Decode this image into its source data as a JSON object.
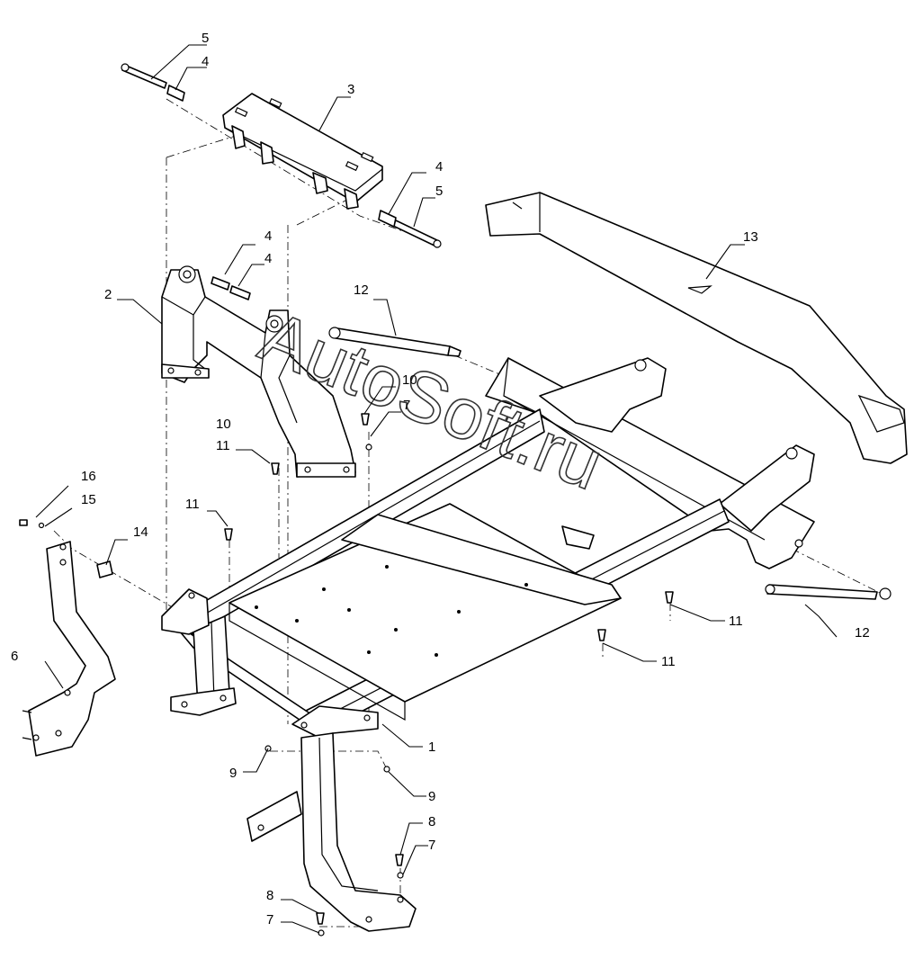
{
  "watermark": "AutoSoft.ru",
  "callouts": [
    {
      "id": "c5a",
      "label": "5"
    },
    {
      "id": "c4a",
      "label": "4"
    },
    {
      "id": "c3",
      "label": "3"
    },
    {
      "id": "c4b",
      "label": "4"
    },
    {
      "id": "c5b",
      "label": "5"
    },
    {
      "id": "c13",
      "label": "13"
    },
    {
      "id": "c4c",
      "label": "4"
    },
    {
      "id": "c4d",
      "label": "4"
    },
    {
      "id": "c2",
      "label": "2"
    },
    {
      "id": "c12a",
      "label": "12"
    },
    {
      "id": "c10a",
      "label": "10"
    },
    {
      "id": "c7a",
      "label": "7"
    },
    {
      "id": "c10b",
      "label": "10"
    },
    {
      "id": "c11a",
      "label": "11"
    },
    {
      "id": "c16",
      "label": "16"
    },
    {
      "id": "c15",
      "label": "15"
    },
    {
      "id": "c11b",
      "label": "11"
    },
    {
      "id": "c14",
      "label": "14"
    },
    {
      "id": "c6",
      "label": "6"
    },
    {
      "id": "c11c",
      "label": "11"
    },
    {
      "id": "c12b",
      "label": "12"
    },
    {
      "id": "c11d",
      "label": "11"
    },
    {
      "id": "c1",
      "label": "1"
    },
    {
      "id": "c9a",
      "label": "9"
    },
    {
      "id": "c9b",
      "label": "9"
    },
    {
      "id": "c8a",
      "label": "8"
    },
    {
      "id": "c7b",
      "label": "7"
    },
    {
      "id": "c8b",
      "label": "8"
    },
    {
      "id": "c7c",
      "label": "7"
    }
  ]
}
